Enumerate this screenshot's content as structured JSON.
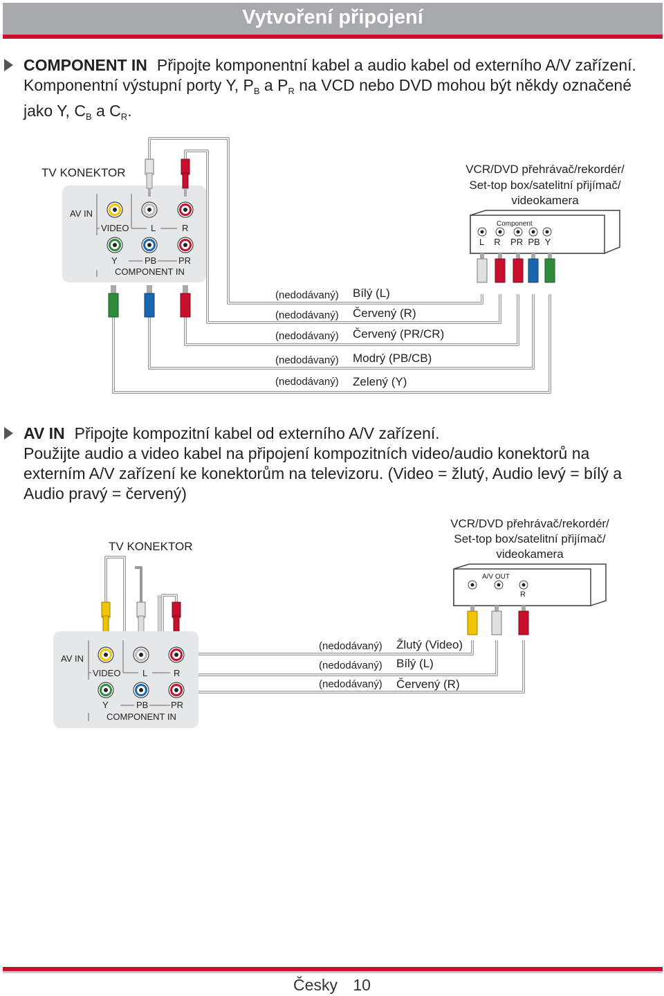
{
  "header": {
    "title": "Vytvoření připojení"
  },
  "section1": {
    "heading": "COMPONENT IN",
    "line1_rest": "Připojte komponentní kabel a audio kabel od externího A/V zařízení.",
    "line2_a": "Komponentní výstupní porty Y, P",
    "line2_sub1": "B",
    "line2_b": " a P",
    "line2_sub2": "R",
    "line2_c": " na VCD nebo DVD mohou být někdy označené",
    "line3_a": "jako Y, C",
    "line3_sub1": "B",
    "line3_b": " a C",
    "line3_sub2": "R",
    "line3_c": "."
  },
  "diagram1": {
    "tv_label": "TV KONEKTOR",
    "av_in": "AV IN",
    "video": "VIDEO",
    "l": "L",
    "r": "R",
    "y": "Y",
    "pb": "PB",
    "pr": "PR",
    "component_in": "COMPONENT IN",
    "device_line1": "VCR/DVD přehrávač/rekordér/",
    "device_line2": "Set-top box/satelitní přijímač/",
    "device_line3": "videokamera",
    "device_component": "Component",
    "device_ports": "L    R    PR  PB  Y",
    "not_supplied": "(nedodávaný)",
    "cables": [
      "Bílý (L)",
      "Červený (R)",
      "Červený (PR/CR)",
      "Modrý (PB/CB)",
      "Zelený (Y)"
    ]
  },
  "section2": {
    "heading": "AV IN",
    "line1_rest": "Připojte kompozitní kabel od externího A/V zařízení.",
    "line2": "Použijte audio a video kabel na připojení kompozitních video/audio konektorů na",
    "line3": "externím A/V zařízení ke konektorům na televizoru. (Video = žlutý, Audio levý = bílý a",
    "line4": "Audio pravý = červený)"
  },
  "diagram2": {
    "tv_label": "TV KONEKTOR",
    "av_in": "AV IN",
    "video": "VIDEO",
    "l": "L",
    "r": "R",
    "y": "Y",
    "pb": "PB",
    "pr": "PR",
    "component_in": "COMPONENT IN",
    "device_line1": "VCR/DVD přehrávač/rekordér/",
    "device_line2": "Set-top box/satelitní přijímač/",
    "device_line3": "videokamera",
    "device_av_out": "A/V OUT",
    "device_r": "R",
    "not_supplied": "(nedodávaný)",
    "cables": [
      "Žlutý (Video)",
      "Bílý (L)",
      "Červený (R)"
    ]
  },
  "footer": {
    "language": "Česky",
    "page": "10"
  },
  "colors": {
    "red": "#c8102e",
    "yellow": "#f2c300",
    "white": "#d9d9d9",
    "green": "#2e8b3c",
    "blue": "#1b66b1",
    "panel": "#e6e7e8",
    "header_gray": "#a7a9ac"
  }
}
